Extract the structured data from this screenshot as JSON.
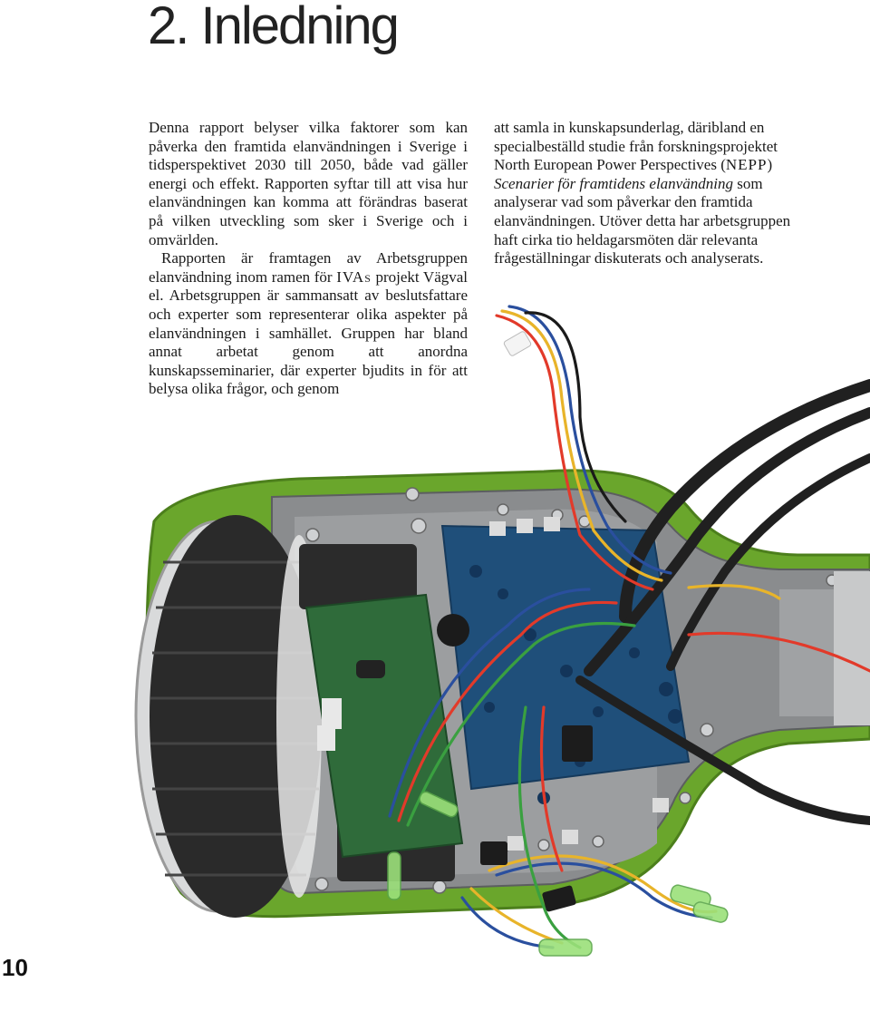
{
  "chapter": {
    "title": "2. Inledning"
  },
  "left_column": {
    "paragraphs": [
      "Denna rapport belyser vilka faktorer som kan påverka den framtida elanvändningen i Sverige i tidsperspektivet 2030 till 2050, både vad gäller energi och effekt. Rapporten syftar till att visa hur elanvändningen kan komma att förändras baserat på vilken utveckling som sker i Sverige och i omvärlden.",
      "Rapporten är framtagen av Arbetsgruppen elanvändning inom ramen för "
    ],
    "ivas": "IVAs",
    "para2_rest": " projekt Vägval el. Arbetsgruppen är sammansatt av beslutsfattare och experter som representerar olika aspekter på elanvändningen i samhället. Gruppen har bland annat arbetat genom att anordna kunskapsseminarier, där experter bjudits in för att belysa olika frågor, och genom"
  },
  "right_column": {
    "text1": "att samla in kunskapsunderlag, däribland en specialbeställd studie från forskningsprojektet North European Power Perspectives (",
    "nepp": "NEPP",
    "text2": ") ",
    "italic": "Scenarier för framtidens elanvändning",
    "text3": " som analyserar vad som påverkar den framtida elanvändningen. Utöver detta har arbetsgruppen haft cirka tio heldagarsmöten där relevanta frågeställningar diskuterats och analyserats."
  },
  "page_number": "10",
  "photo": {
    "subject": "hoverboard-electronics-photo"
  },
  "colors": {
    "shell_green": "#6aa62c",
    "board_blue": "#1f4f7a",
    "pcb_green": "#2f6b3a",
    "tire": "#2a2a2a"
  }
}
